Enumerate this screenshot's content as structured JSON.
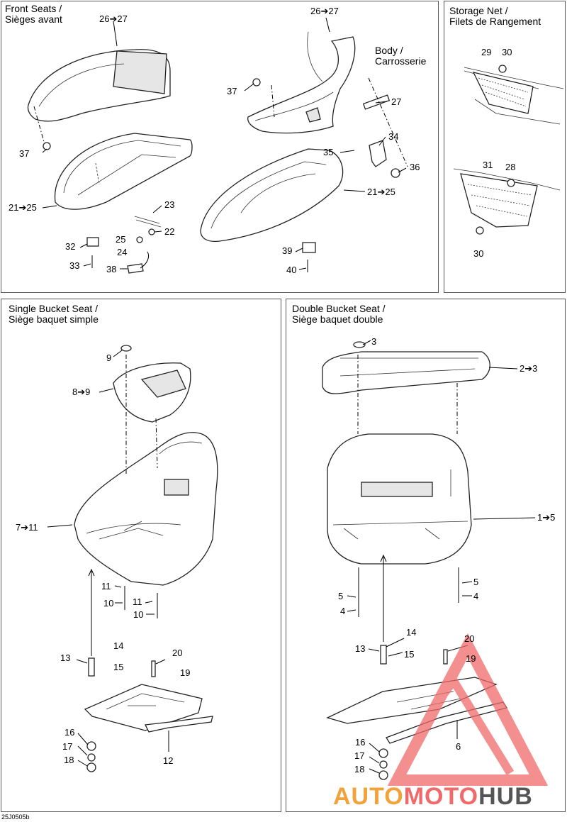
{
  "panels": {
    "front_seats": {
      "title_line1": "Front Seats /",
      "title_line2": "Sièges avant",
      "body_label_line1": "Body /",
      "body_label_line2": "Carrosserie"
    },
    "storage_net": {
      "title_line1": "Storage Net /",
      "title_line2": "Filets de Rangement"
    },
    "single_bucket": {
      "title_line1": "Single Bucket Seat /",
      "title_line2": "Siège baquet simple"
    },
    "double_bucket": {
      "title_line1": "Double Bucket Seat /",
      "title_line2": "Siège baquet double"
    }
  },
  "callouts": {
    "front": [
      "26➔27",
      "26➔27",
      "37",
      "37",
      "27",
      "34",
      "35",
      "36",
      "21➔25",
      "21➔25",
      "23",
      "22",
      "25",
      "24",
      "32",
      "33",
      "38",
      "39",
      "40"
    ],
    "storage": [
      "29",
      "30",
      "31",
      "28",
      "30"
    ],
    "single": [
      "9",
      "8➔9",
      "7➔11",
      "11",
      "10",
      "11",
      "10",
      "13",
      "14",
      "15",
      "20",
      "19",
      "16",
      "17",
      "18",
      "12"
    ],
    "double": [
      "3",
      "2➔3",
      "1➔5",
      "5",
      "5",
      "4",
      "4",
      "14",
      "13",
      "15",
      "20",
      "19",
      "16",
      "17",
      "18",
      "6"
    ]
  },
  "drawing_code": "25J0505b",
  "watermark": {
    "part1": "AUTO",
    "part2": "MOTO",
    "part3": "HUB",
    "color_orange": "#f2a23a",
    "color_red": "#ef6a6a",
    "color_gray": "#555555"
  }
}
